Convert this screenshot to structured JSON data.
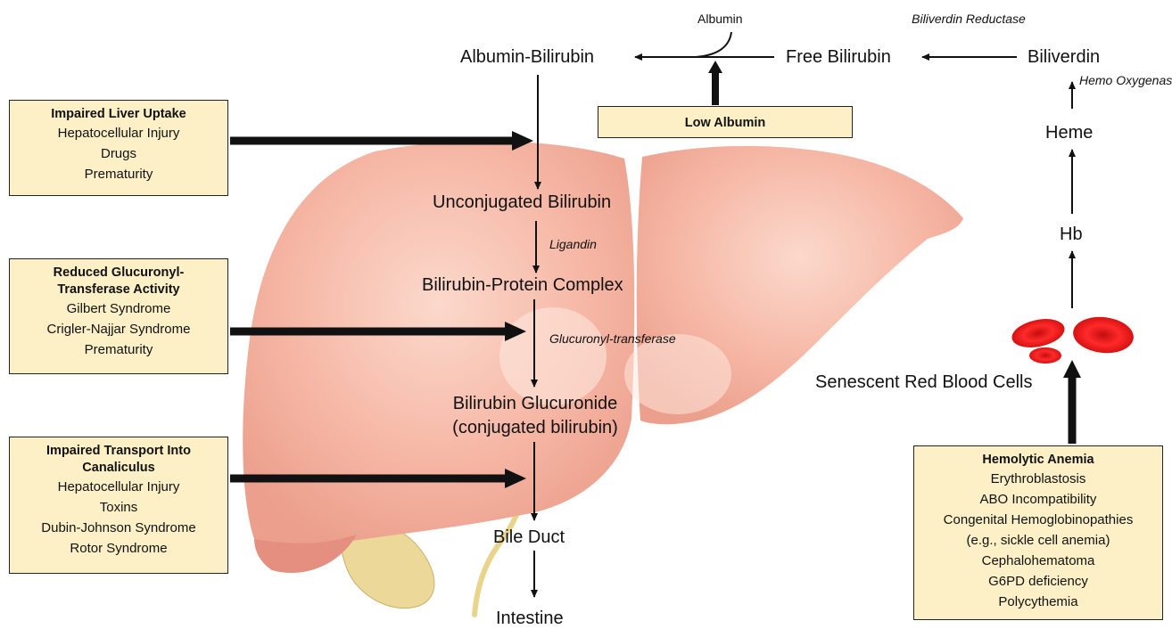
{
  "pathway": {
    "albumin_bilirubin": "Albumin-Bilirubin",
    "albumin": "Albumin",
    "free_bilirubin": "Free Bilirubin",
    "biliverdin": "Biliverdin",
    "biliverdin_reductase_1": "Biliverdin",
    "biliverdin_reductase_2": "Reductase",
    "hemo_oxygenase_1": "Hemo",
    "hemo_oxygenase_2": "Oxygenase",
    "heme": "Heme",
    "hb": "Hb",
    "senescent_rbc": "Senescent Red Blood Cells",
    "unconjugated_bilirubin": "Unconjugated Bilirubin",
    "ligandin": "Ligandin",
    "bilirubin_protein_complex": "Bilirubin-Protein Complex",
    "glucuronyl_transferase": "Glucuronyl-transferase",
    "bilirubin_glucuronide": "Bilirubin Glucuronide",
    "conjugated_bilirubin": "(conjugated bilirubin)",
    "bile_duct": "Bile Duct",
    "intestine": "Intestine"
  },
  "boxes": {
    "low_albumin": "Low Albumin",
    "impaired_uptake": {
      "title": "Impaired Liver Uptake",
      "items": [
        "Hepatocellular Injury",
        "Drugs",
        "Prematurity"
      ]
    },
    "reduced_glucuronyl": {
      "title_1": "Reduced Glucuronyl-",
      "title_2": "Transferase Activity",
      "items": [
        "Gilbert Syndrome",
        "Crigler-Najjar Syndrome",
        "Prematurity"
      ]
    },
    "impaired_transport": {
      "title_1": "Impaired Transport Into",
      "title_2": "Canaliculus",
      "items": [
        "Hepatocellular Injury",
        "Toxins",
        "Dubin-Johnson Syndrome",
        "Rotor Syndrome"
      ]
    },
    "hemolytic_anemia": {
      "title": "Hemolytic Anemia",
      "items": [
        "Erythroblastosis",
        "ABO Incompatibility",
        "Congenital Hemoglobinopathies",
        "(e.g., sickle cell anemia)",
        "Cephalohematoma",
        "G6PD deficiency",
        "Polycythemia"
      ]
    }
  },
  "colors": {
    "liver": "#f6b6a4",
    "liver_shadow": "#e48c7a",
    "gallbladder": "#ecd99a",
    "rbc": "#e01818",
    "box_fill": "#fdf0c7"
  }
}
